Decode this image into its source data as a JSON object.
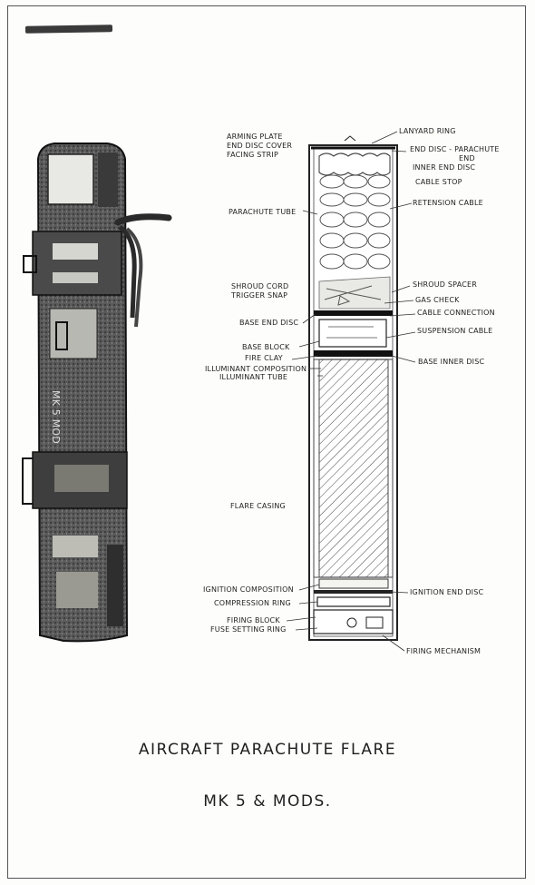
{
  "title": "AIRCRAFT PARACHUTE FLARE",
  "subtitle": "MK 5  & MODS.",
  "photo_caption": "MK 5 MOD",
  "labels_left": {
    "arming_plate": "ARMING PLATE",
    "end_disc_cover": "END DISC COVER",
    "facing_strip": "FACING STRIP",
    "parachute_tube": "PARACHUTE TUBE",
    "shroud_cord": "SHROUD CORD",
    "trigger_snap": "TRIGGER SNAP",
    "base_end_disc": "BASE END DISC",
    "base_block": "BASE BLOCK",
    "fire_clay": "FIRE CLAY",
    "illuminant_composition": "ILLUMINANT COMPOSITION",
    "illuminant_tube": "ILLUMINANT TUBE",
    "flare_casing": "FLARE CASING",
    "ignition_composition": "IGNITION COMPOSITION",
    "compression_ring": "COMPRESSION RING",
    "firing_block": "FIRING BLOCK",
    "fuse_setting_ring": "FUSE SETTING RING"
  },
  "labels_right": {
    "lanyard_ring": "LANYARD RING",
    "end_disc_parachute": "END DISC - PARACHUTE",
    "end": "END",
    "inner_end_disc": "INNER END DISC",
    "cable_stop": "CABLE STOP",
    "retension_cable": "RETENSION CABLE",
    "shroud_spacer": "SHROUD SPACER",
    "gas_check": "GAS CHECK",
    "cable_connection": "CABLE CONNECTION",
    "suspension_cable": "SUSPENSION CABLE",
    "base_inner_disc": "BASE INNER DISC",
    "ignition_end_disc": "IGNITION END DISC",
    "firing_mechanism": "FIRING MECHANISM"
  }
}
